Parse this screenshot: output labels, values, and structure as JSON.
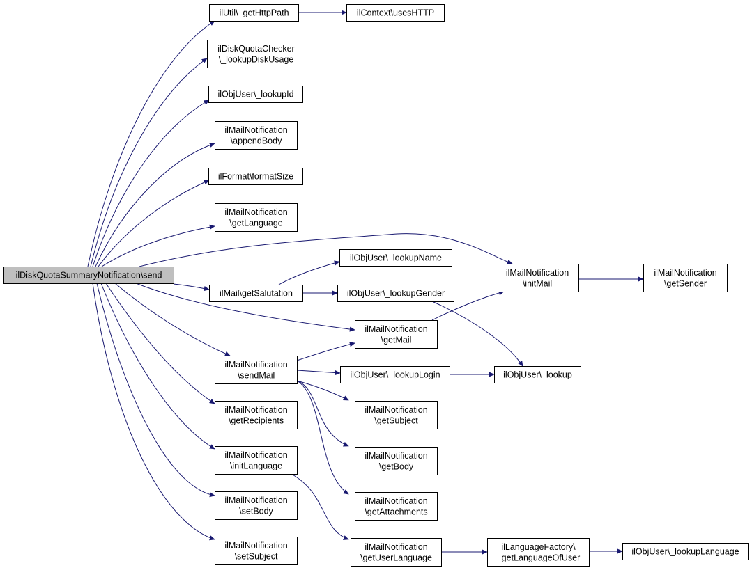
{
  "diagram": {
    "type": "call-graph",
    "colors": {
      "edge": "#191970",
      "arrowhead": "#191970",
      "node_fill": "#ffffff",
      "root_fill": "#bfbfbf",
      "node_border": "#000000"
    },
    "nodes": [
      {
        "id": "send",
        "lines": [
          "ilDiskQuotaSummaryNotification\\send"
        ],
        "root": true
      },
      {
        "id": "getHttpPath",
        "lines": [
          "ilUtil\\_getHttpPath"
        ]
      },
      {
        "id": "usesHTTP",
        "lines": [
          "ilContext\\usesHTTP"
        ]
      },
      {
        "id": "lookupDiskUsage",
        "lines": [
          "ilDiskQuotaChecker",
          "\\_lookupDiskUsage"
        ]
      },
      {
        "id": "lookupId",
        "lines": [
          "ilObjUser\\_lookupId"
        ]
      },
      {
        "id": "appendBody",
        "lines": [
          "ilMailNotification",
          "\\appendBody"
        ]
      },
      {
        "id": "formatSize",
        "lines": [
          "ilFormat\\formatSize"
        ]
      },
      {
        "id": "getLanguage",
        "lines": [
          "ilMailNotification",
          "\\getLanguage"
        ]
      },
      {
        "id": "lookupName",
        "lines": [
          "ilObjUser\\_lookupName"
        ]
      },
      {
        "id": "initMail",
        "lines": [
          "ilMailNotification",
          "\\initMail"
        ]
      },
      {
        "id": "getSender",
        "lines": [
          "ilMailNotification",
          "\\getSender"
        ]
      },
      {
        "id": "getSalutation",
        "lines": [
          "ilMail\\getSalutation"
        ]
      },
      {
        "id": "lookupGender",
        "lines": [
          "ilObjUser\\_lookupGender"
        ]
      },
      {
        "id": "getMail",
        "lines": [
          "ilMailNotification",
          "\\getMail"
        ]
      },
      {
        "id": "sendMail",
        "lines": [
          "ilMailNotification",
          "\\sendMail"
        ]
      },
      {
        "id": "lookupLogin",
        "lines": [
          "ilObjUser\\_lookupLogin"
        ]
      },
      {
        "id": "lookup",
        "lines": [
          "ilObjUser\\_lookup"
        ]
      },
      {
        "id": "getRecipients",
        "lines": [
          "ilMailNotification",
          "\\getRecipients"
        ]
      },
      {
        "id": "getSubject",
        "lines": [
          "ilMailNotification",
          "\\getSubject"
        ]
      },
      {
        "id": "initLanguage",
        "lines": [
          "ilMailNotification",
          "\\initLanguage"
        ]
      },
      {
        "id": "getBody",
        "lines": [
          "ilMailNotification",
          "\\getBody"
        ]
      },
      {
        "id": "setBody",
        "lines": [
          "ilMailNotification",
          "\\setBody"
        ]
      },
      {
        "id": "getAttachments",
        "lines": [
          "ilMailNotification",
          "\\getAttachments"
        ]
      },
      {
        "id": "setSubject",
        "lines": [
          "ilMailNotification",
          "\\setSubject"
        ]
      },
      {
        "id": "getUserLanguage",
        "lines": [
          "ilMailNotification",
          "\\getUserLanguage"
        ]
      },
      {
        "id": "getLanguageOfUser",
        "lines": [
          "ilLanguageFactory\\",
          "_getLanguageOfUser"
        ]
      },
      {
        "id": "lookupLanguage",
        "lines": [
          "ilObjUser\\_lookupLanguage"
        ]
      }
    ],
    "edges": [
      {
        "from": "send",
        "to": "getHttpPath"
      },
      {
        "from": "getHttpPath",
        "to": "usesHTTP"
      },
      {
        "from": "send",
        "to": "lookupDiskUsage"
      },
      {
        "from": "send",
        "to": "lookupId"
      },
      {
        "from": "send",
        "to": "appendBody"
      },
      {
        "from": "send",
        "to": "formatSize"
      },
      {
        "from": "send",
        "to": "getLanguage"
      },
      {
        "from": "send",
        "to": "initMail"
      },
      {
        "from": "initMail",
        "to": "getSender"
      },
      {
        "from": "send",
        "to": "getSalutation"
      },
      {
        "from": "getSalutation",
        "to": "lookupName"
      },
      {
        "from": "getSalutation",
        "to": "lookupGender"
      },
      {
        "from": "lookupGender",
        "to": "lookup"
      },
      {
        "from": "send",
        "to": "getMail"
      },
      {
        "from": "getMail",
        "to": "initMail"
      },
      {
        "from": "send",
        "to": "sendMail"
      },
      {
        "from": "sendMail",
        "to": "getMail"
      },
      {
        "from": "sendMail",
        "to": "lookupLogin"
      },
      {
        "from": "lookupLogin",
        "to": "lookup"
      },
      {
        "from": "sendMail",
        "to": "getSubject"
      },
      {
        "from": "sendMail",
        "to": "getBody"
      },
      {
        "from": "sendMail",
        "to": "getAttachments"
      },
      {
        "from": "send",
        "to": "getRecipients"
      },
      {
        "from": "send",
        "to": "initLanguage"
      },
      {
        "from": "initLanguage",
        "to": "getUserLanguage"
      },
      {
        "from": "getUserLanguage",
        "to": "getLanguageOfUser"
      },
      {
        "from": "getLanguageOfUser",
        "to": "lookupLanguage"
      },
      {
        "from": "send",
        "to": "setBody"
      },
      {
        "from": "send",
        "to": "setSubject"
      }
    ]
  }
}
